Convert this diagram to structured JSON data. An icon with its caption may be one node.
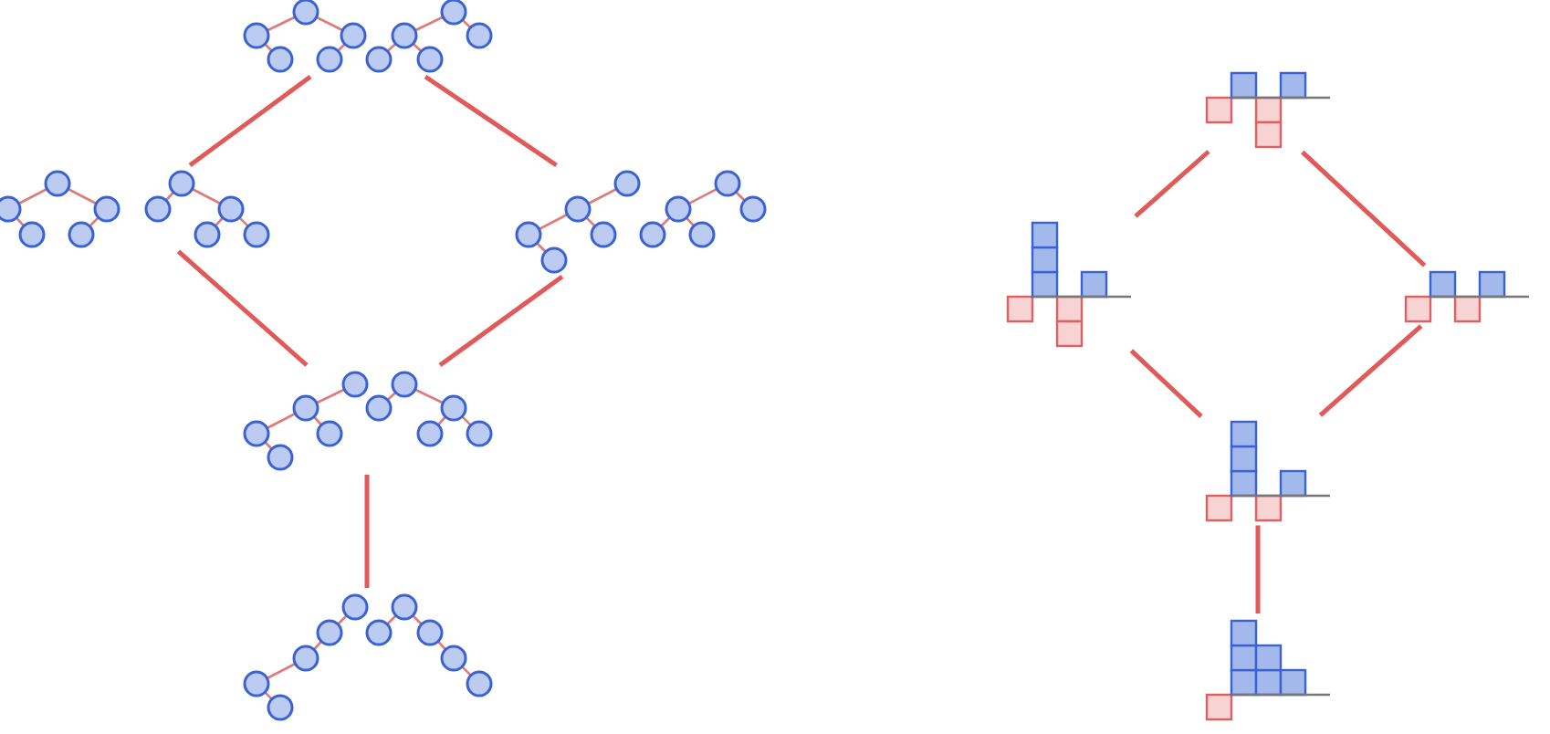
{
  "diagram": {
    "nodes": [
      {
        "text": [],
        "shape": "picture"
      },
      {
        "text": [],
        "shape": "picture"
      },
      {
        "text": [],
        "shape": "picture"
      },
      {
        "text": [],
        "shape": "picture"
      },
      {
        "text": [],
        "shape": "picture"
      },
      {
        "text": [],
        "shape": "picture"
      },
      {
        "text": [],
        "shape": "picture"
      },
      {
        "text": [],
        "shape": "picture"
      },
      {
        "text": [],
        "shape": "picture"
      },
      {
        "text": [],
        "shape": "picture"
      },
      {
        "text": [],
        "shape": "picture"
      },
      {
        "text": [],
        "shape": "picture"
      }
    ],
    "edges": [
      {
        "from": 0,
        "to": 2,
        "arrow": "none"
      },
      {
        "from": 0,
        "to": 3,
        "arrow": "none"
      },
      {
        "from": 2,
        "to": 5,
        "arrow": "none"
      },
      {
        "from": 3,
        "to": 5,
        "arrow": "none"
      },
      {
        "from": 5,
        "to": 6,
        "arrow": "none"
      },
      {
        "from": 7,
        "to": 8,
        "arrow": "none"
      },
      {
        "from": 7,
        "to": 9,
        "arrow": "none"
      },
      {
        "from": 8,
        "to": 10,
        "arrow": "none"
      },
      {
        "from": 9,
        "to": 10,
        "arrow": "none"
      },
      {
        "from": 10,
        "to": 11,
        "arrow": "none"
      }
    ]
  }
}
